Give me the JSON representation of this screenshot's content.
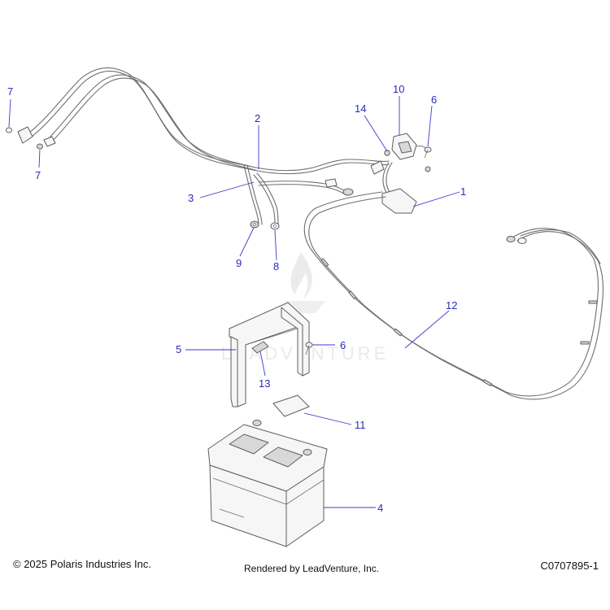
{
  "watermark": "LEADVENTURE",
  "callouts": {
    "c1": "1",
    "c2": "2",
    "c3": "3",
    "c4": "4",
    "c5": "5",
    "c6a": "6",
    "c6b": "6",
    "c7a": "7",
    "c7b": "7",
    "c8": "8",
    "c9": "9",
    "c10": "10",
    "c11": "11",
    "c12": "12",
    "c13": "13",
    "c14": "14"
  },
  "footer": {
    "copyright": "© 2025 Polaris Industries Inc.",
    "rendered_by": "Rendered by LeadVenture, Inc.",
    "diagram_code": "C0707895-1"
  },
  "colors": {
    "callout": "#2b2bb8",
    "leader": "#3a3ad0",
    "linework": "#6e6e6e",
    "watermark": "#d9d9d9"
  }
}
